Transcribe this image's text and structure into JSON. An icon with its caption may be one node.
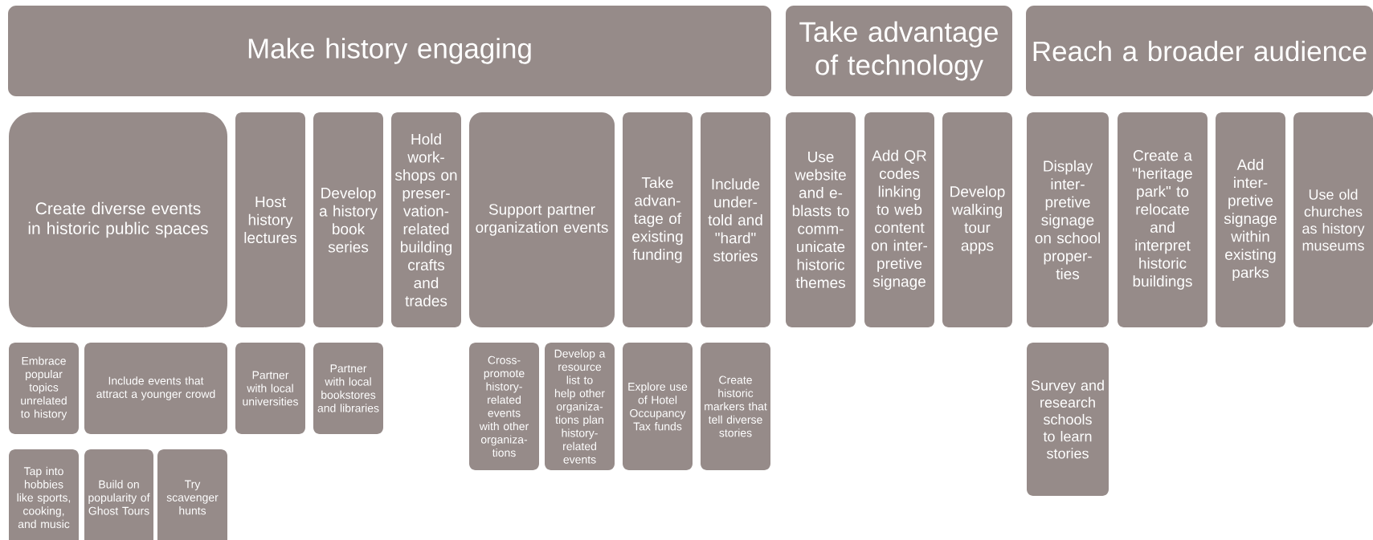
{
  "diagram": {
    "nodes": [
      {
        "text": [
          "Make history engaging"
        ]
      },
      {
        "text": [
          "Take advantage of technology"
        ]
      },
      {
        "text": [
          "Reach a broader audience"
        ]
      },
      {
        "text": [
          "Create diverse events in historic public spaces"
        ]
      },
      {
        "text": [
          "Host history lectures"
        ]
      },
      {
        "text": [
          "Develop a history book series"
        ]
      },
      {
        "text": [
          "Hold work- shops on preser- vation- related building crafts and trades"
        ]
      },
      {
        "text": [
          "Support partner organization events"
        ]
      },
      {
        "text": [
          "Take advan- tage of existing funding"
        ]
      },
      {
        "text": [
          "Include under- told and \"hard\" stories"
        ]
      },
      {
        "text": [
          "Use website and e- blasts to comm- unicate historic themes"
        ]
      },
      {
        "text": [
          "Add QR codes linking to web content on inter- pretive signage"
        ]
      },
      {
        "text": [
          "Develop walking tour apps"
        ]
      },
      {
        "text": [
          "Display inter- pretive signage on school proper- ties"
        ]
      },
      {
        "text": [
          "Create a \"heritage park\" to relocate and interpret historic buildings"
        ]
      },
      {
        "text": [
          "Add inter- pretive signage within existing parks"
        ]
      },
      {
        "text": [
          "Use old churches as history museums"
        ]
      },
      {
        "text": [
          "Embrace popular topics unrelated to history"
        ]
      },
      {
        "text": [
          "Include events that attract a younger crowd"
        ]
      },
      {
        "text": [
          "Partner with local universities"
        ]
      },
      {
        "text": [
          "Partner with local bookstores and libraries"
        ]
      },
      {
        "text": [
          "Cross- promote history- related events with other organiza- tions"
        ]
      },
      {
        "text": [
          "Develop a resource list to help other organiza- tions plan history- related events"
        ]
      },
      {
        "text": [
          "Explore use of Hotel Occupancy Tax funds"
        ]
      },
      {
        "text": [
          "Create historic markers that tell diverse stories"
        ]
      },
      {
        "text": [
          "Survey and research schools to learn stories"
        ]
      },
      {
        "text": [
          "Tap into hobbies like sports, cooking, and music"
        ]
      },
      {
        "text": [
          "Build on popularity of Ghost Tours"
        ]
      },
      {
        "text": [
          "Try scavenger hunts"
        ]
      }
    ]
  }
}
